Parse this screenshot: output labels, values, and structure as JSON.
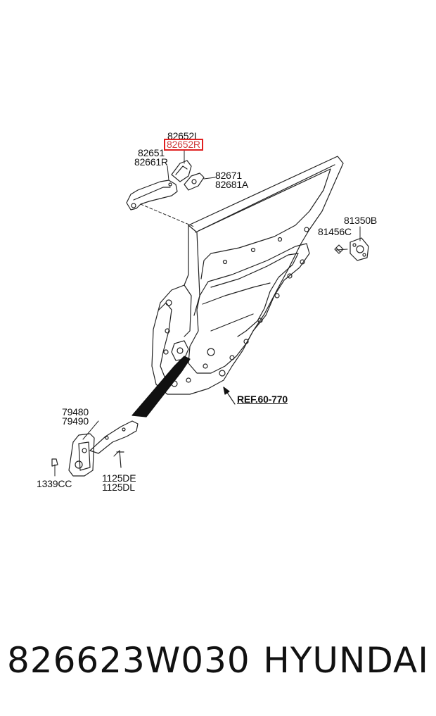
{
  "labels": {
    "l_82652L": "82652L",
    "l_82652R": "82652R",
    "l_82651": "82651",
    "l_82661R": "82661R",
    "l_82671": "82671",
    "l_82681A": "82681A",
    "l_81350B": "81350B",
    "l_81456C": "81456C",
    "l_ref": "REF.60-770",
    "l_79480": "79480",
    "l_79490": "79490",
    "l_1339CC": "1339CC",
    "l_1125DE": "1125DE",
    "l_1125DL": "1125DL"
  },
  "footer": {
    "part_number": "826623W030",
    "brand": "HYUNDAI"
  },
  "colors": {
    "highlight": "#e02020",
    "line": "#222222"
  }
}
